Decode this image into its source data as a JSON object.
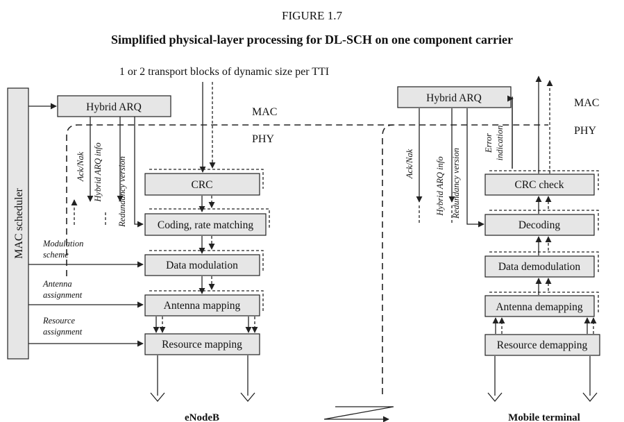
{
  "figure_label": "FIGURE 1.7",
  "figure_title": "Simplified physical-layer processing for DL-SCH on one component carrier",
  "transport_label": "1 or 2 transport blocks of dynamic size per TTI",
  "layers": {
    "mac": "MAC",
    "phy": "PHY"
  },
  "scheduler": {
    "label": "MAC scheduler"
  },
  "enodeb": {
    "label": "eNodeB",
    "hybrid_arq": "Hybrid ARQ",
    "crc": "CRC",
    "coding": "Coding, rate matching",
    "data_modulation": "Data modulation",
    "antenna_mapping": "Antenna mapping",
    "resource_mapping": "Resource mapping",
    "ack_nak": "Ack/Nak",
    "harq_info": "Hybrid ARQ info",
    "redundancy_version": "Redundancy version",
    "modulation_scheme": [
      "Modulation",
      "scheme"
    ],
    "antenna_assignment": [
      "Antenna",
      "assignment"
    ],
    "resource_assignment": [
      "Resource",
      "assignment"
    ]
  },
  "terminal": {
    "label": "Mobile terminal",
    "hybrid_arq": "Hybrid ARQ",
    "crc_check": "CRC check",
    "decoding": "Decoding",
    "data_demodulation": "Data demodulation",
    "antenna_demapping": "Antenna demapping",
    "resource_demapping": "Resource demapping",
    "ack_nak": "Ack/Nak",
    "harq_info": "Hybrid ARQ info",
    "redundancy_version": "Redundancy version",
    "error_indication": [
      "Error",
      "indication"
    ]
  }
}
